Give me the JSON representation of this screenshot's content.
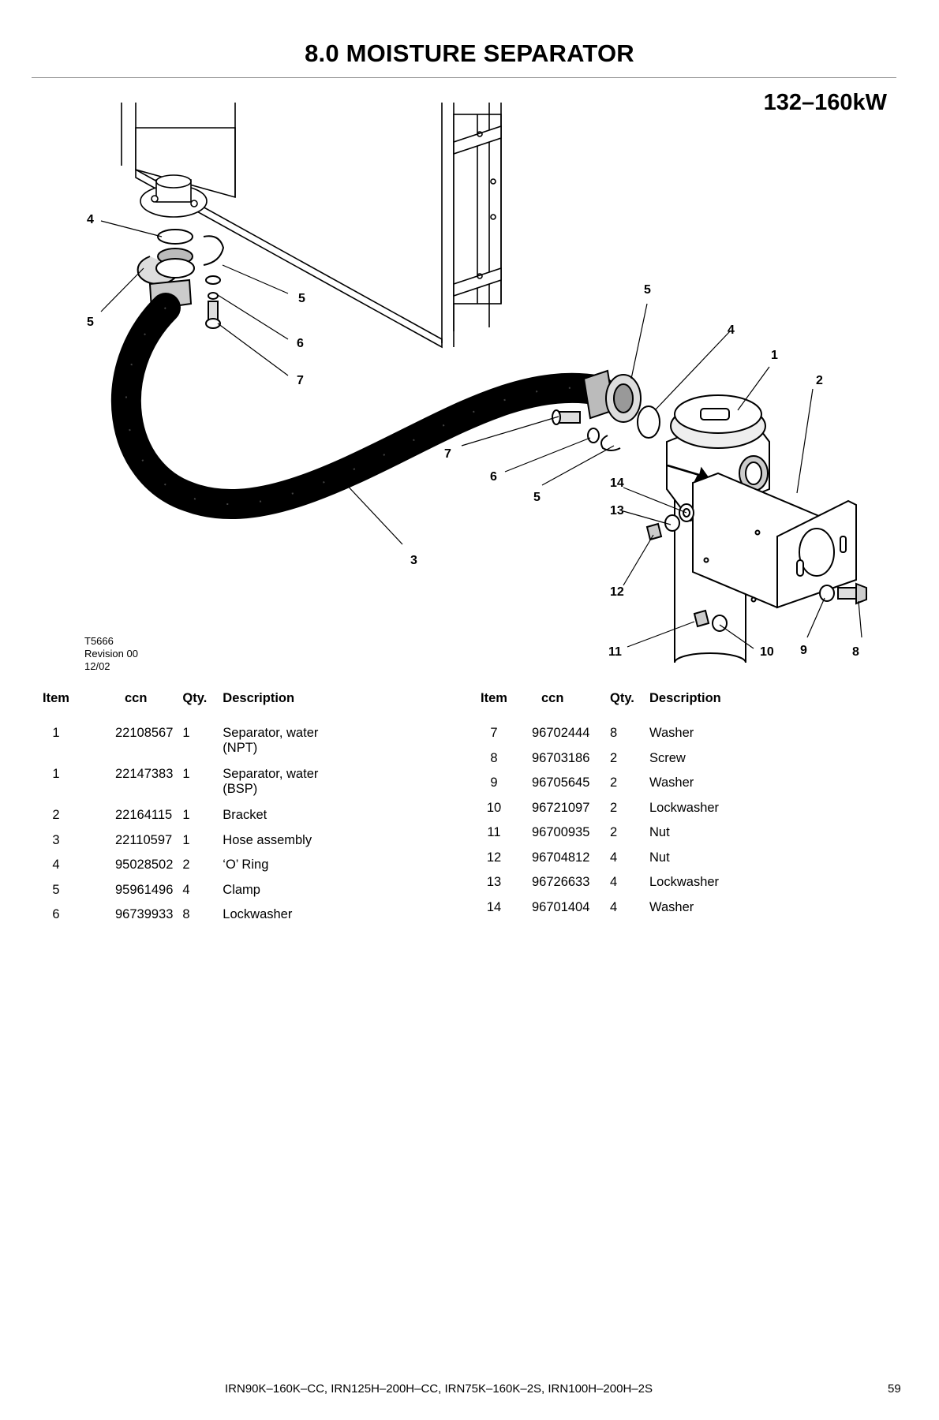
{
  "page": {
    "title": "8.0 MOISTURE SEPARATOR",
    "power_range": "132–160kW",
    "footer": "IRN90K–160K–CC, IRN125H–200H–CC, IRN75K–160K–2S, IRN100H–200H–2S",
    "page_number": "59"
  },
  "drawing": {
    "ref_lines": [
      "T5666",
      "Revision 00",
      "12/02"
    ],
    "callouts": [
      "4",
      "5",
      "5",
      "6",
      "7",
      "5",
      "4",
      "1",
      "2",
      "7",
      "6",
      "5",
      "14",
      "13",
      "3",
      "12",
      "11",
      "10",
      "9",
      "8"
    ]
  },
  "table": {
    "headers": [
      "Item",
      "ccn",
      "Qty.",
      "Description"
    ],
    "left_rows": [
      {
        "item": "1",
        "ccn": "22108567",
        "qty": "1",
        "desc": "Separator, water\n(NPT)"
      },
      {
        "item": "1",
        "ccn": "22147383",
        "qty": "1",
        "desc": "Separator, water\n(BSP)"
      },
      {
        "item": "2",
        "ccn": "22164115",
        "qty": "1",
        "desc": "Bracket"
      },
      {
        "item": "3",
        "ccn": "22110597",
        "qty": "1",
        "desc": "Hose assembly"
      },
      {
        "item": "4",
        "ccn": "95028502",
        "qty": "2",
        "desc": "‘O’ Ring"
      },
      {
        "item": "5",
        "ccn": "95961496",
        "qty": "4",
        "desc": "Clamp"
      },
      {
        "item": "6",
        "ccn": "96739933",
        "qty": "8",
        "desc": "Lockwasher"
      }
    ],
    "right_rows": [
      {
        "item": "7",
        "ccn": "96702444",
        "qty": "8",
        "desc": "Washer"
      },
      {
        "item": "8",
        "ccn": "96703186",
        "qty": "2",
        "desc": "Screw"
      },
      {
        "item": "9",
        "ccn": "96705645",
        "qty": "2",
        "desc": "Washer"
      },
      {
        "item": "10",
        "ccn": "96721097",
        "qty": "2",
        "desc": "Lockwasher"
      },
      {
        "item": "11",
        "ccn": "96700935",
        "qty": "2",
        "desc": "Nut"
      },
      {
        "item": "12",
        "ccn": "96704812",
        "qty": "4",
        "desc": "Nut"
      },
      {
        "item": "13",
        "ccn": "96726633",
        "qty": "4",
        "desc": "Lockwasher"
      },
      {
        "item": "14",
        "ccn": "96701404",
        "qty": "4",
        "desc": "Washer"
      }
    ]
  }
}
